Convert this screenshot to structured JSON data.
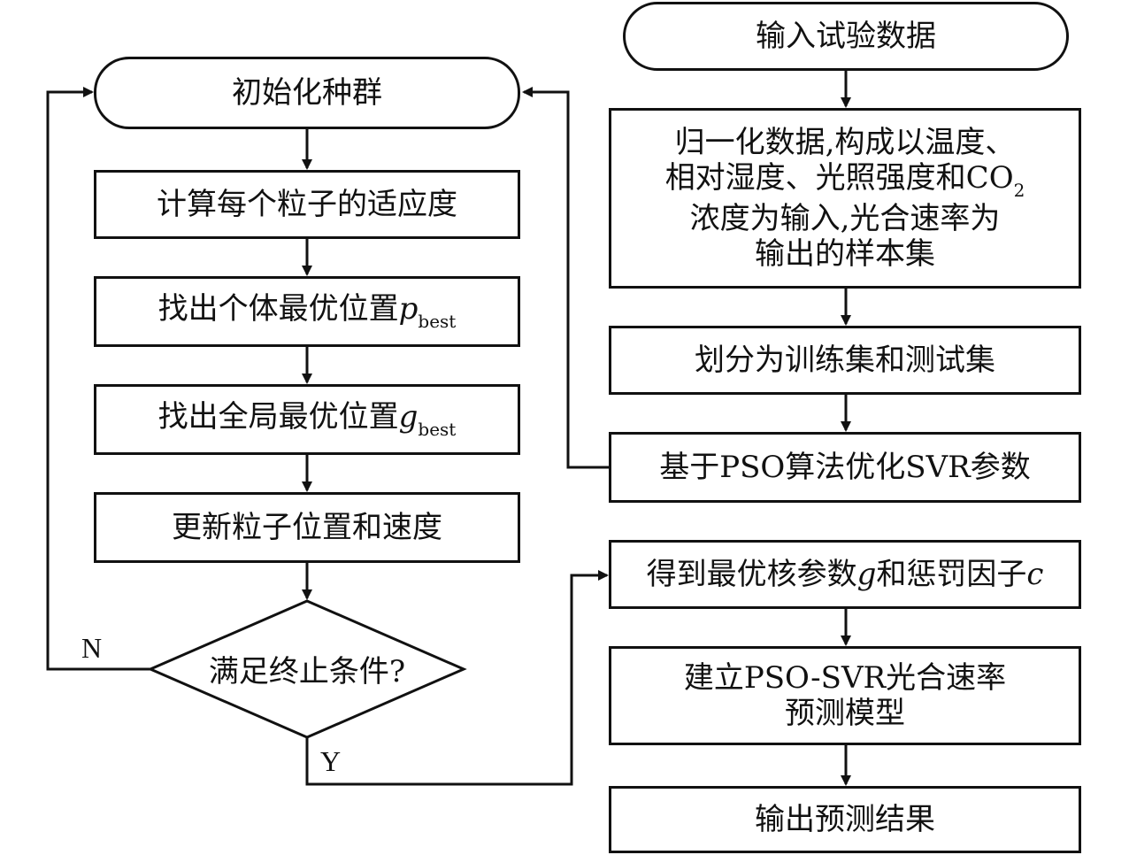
{
  "left_flow": {
    "init": "初始化种群",
    "fitness": "计算每个粒子的适应度",
    "pbest": {
      "text": "找出个体最优位置",
      "var": "p",
      "sub": "best"
    },
    "gbest": {
      "text": "找出全局最优位置",
      "var": "g",
      "sub": "best"
    },
    "update": "更新粒子位置和速度",
    "decision": "满足终止条件?",
    "no_label": "N",
    "yes_label": "Y"
  },
  "right_flow": {
    "input": "输入试验数据",
    "normalize": {
      "line1": "归一化数据,构成以温度、",
      "line2": "相对湿度、光照强度和CO",
      "line2_sub": "2",
      "line3": "浓度为输入,光合速率为",
      "line4": "输出的样本集"
    },
    "split": "划分为训练集和测试集",
    "pso": "基于PSO算法优化SVR参数",
    "optimal": {
      "prefix": "得到最优核参数",
      "g": "g",
      "mid": "和惩罚因子",
      "c": "c"
    },
    "model": {
      "line1": "建立PSO-SVR光合速率",
      "line2": "预测模型"
    },
    "output": "输出预测结果"
  }
}
